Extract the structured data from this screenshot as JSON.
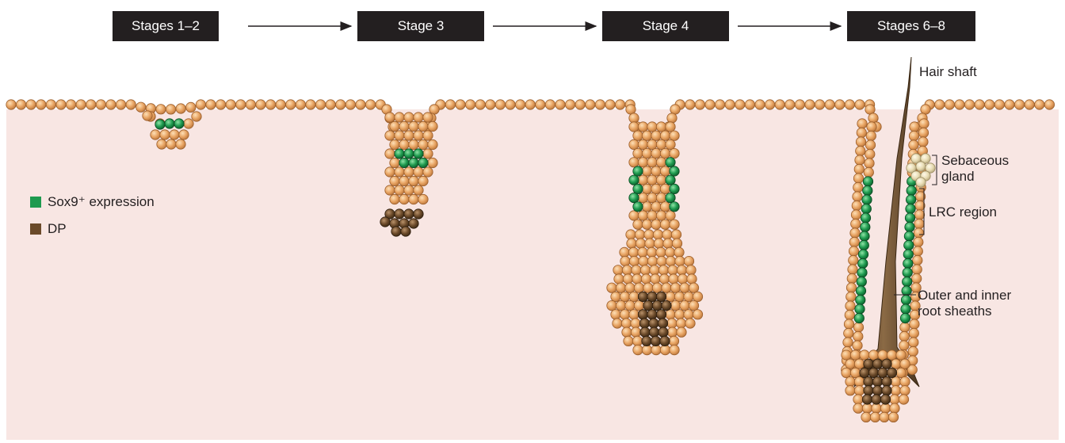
{
  "stages": [
    "Stages 1–2",
    "Stage 3",
    "Stage 4",
    "Stages 6–8"
  ],
  "legend": [
    {
      "label": "Sox9⁺ expression",
      "color": "#1e9a4f"
    },
    {
      "label": "DP",
      "color": "#6b4a2a"
    }
  ],
  "labels": {
    "hair_shaft": "Hair shaft",
    "sebaceous_line1": "Sebaceous",
    "sebaceous_line2": "gland",
    "lrc": "LRC region",
    "sheath_line1": "Outer and inner",
    "sheath_line2": "root sheaths"
  },
  "colors": {
    "dermis": "#f8e6e3",
    "epidermal_cell": "#e8a463",
    "sox9_cell": "#1e9a4f",
    "dp_cell": "#6b4a2a",
    "sebaceous_cell": "#e8dcb4",
    "hair_shaft": "#6e5434",
    "stage_box": "#231f20"
  }
}
